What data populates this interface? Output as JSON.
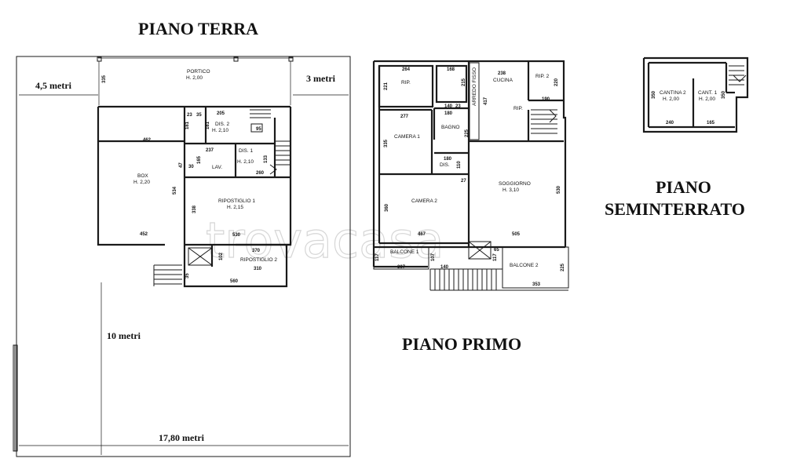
{
  "titles": {
    "piano_terra": "PIANO TERRA",
    "piano_primo": "PIANO PRIMO",
    "piano_seminterrato_1": "PIANO",
    "piano_seminterrato_2": "SEMINTERRATO"
  },
  "garden_dims": {
    "left_width": "4,5 metri",
    "right_width": "3 metri",
    "depth": "10 metri",
    "total_width": "17,80 metri"
  },
  "terra": {
    "portico_name": "PORTICO",
    "portico_h": "H. 2,00",
    "portico_num": "335",
    "box_name": "BOX",
    "box_h": "H. 2,20",
    "box_top": "462",
    "box_bottom": "452",
    "box_side": "534",
    "dis2_name": "DIS. 2",
    "dis2_h": "H. 2,10",
    "dis2_num": "181",
    "dis2_num_b": "181",
    "dis1_name": "DIS. 1",
    "dis1_h": "H. 2,10",
    "lav_name": "LAV.",
    "lav_top": "237",
    "lav_side": "165",
    "lav_num": "47",
    "lav_num2": "30",
    "dis1_side": "133",
    "dis1_bottom": "260",
    "n_23": "23",
    "n_205": "205",
    "n_95": "95",
    "n_35": "35",
    "rip1_name": "RIPOSTIGLIO 1",
    "rip1_h": "H. 2,15",
    "rip1_side": "338",
    "rip1_bottom": "530",
    "rip2_name": "RIPOSTIGLIO 2",
    "rip2_num": "310",
    "rip2_num_b": "370",
    "rip2_side": "102",
    "rip2_bottom": "560",
    "stair_num": "35"
  },
  "primo": {
    "rip_name": "RIP.",
    "rip_top": "264",
    "rip_side": "221",
    "n_168": "168",
    "n_215": "215",
    "arredo": "ARREDO FISSO",
    "cucina_name": "CUCINA",
    "cucina_top": "238",
    "cucina_side": "417",
    "rip2_name": "RIP. 2",
    "rip2_side": "220",
    "rip2_bottom": "190",
    "rip_small": "RIP.",
    "n_140": "140",
    "n_23": "23",
    "n_180": "180",
    "bagno_name": "BAGNO",
    "bagno_side": "225",
    "camera1_name": "CAMERA 1",
    "camera1_top": "277",
    "camera1_side": "335",
    "dis_name": "DIS.",
    "dis_top": "180",
    "dis_side": "110",
    "n_27": "27",
    "soggiorno_name": "SOGGIORNO",
    "soggiorno_h": "H. 3,10",
    "soggiorno_side": "530",
    "soggiorno_bottom": "505",
    "camera2_name": "CAMERA 2",
    "camera2_side": "360",
    "camera2_bottom": "467",
    "balcone1_name": "BALCONE 1",
    "balcone1_side": "117",
    "balcone1_bottom": "307",
    "n_107": "107",
    "n_140b": "140",
    "n_117": "117",
    "n_65": "65",
    "balcone2_name": "BALCONE 2",
    "balcone2_side": "225",
    "balcone2_bottom": "353"
  },
  "seminterrato": {
    "cantina2_name": "CANTINA 2",
    "cantina2_h": "H. 2,00",
    "cantina2_side": "350",
    "cantina2_bottom": "240",
    "cant1_name": "CANT. 1",
    "cant1_h": "H. 2,00",
    "cant1_side": "350",
    "cant1_bottom": "165"
  },
  "watermark": "trovacasa"
}
